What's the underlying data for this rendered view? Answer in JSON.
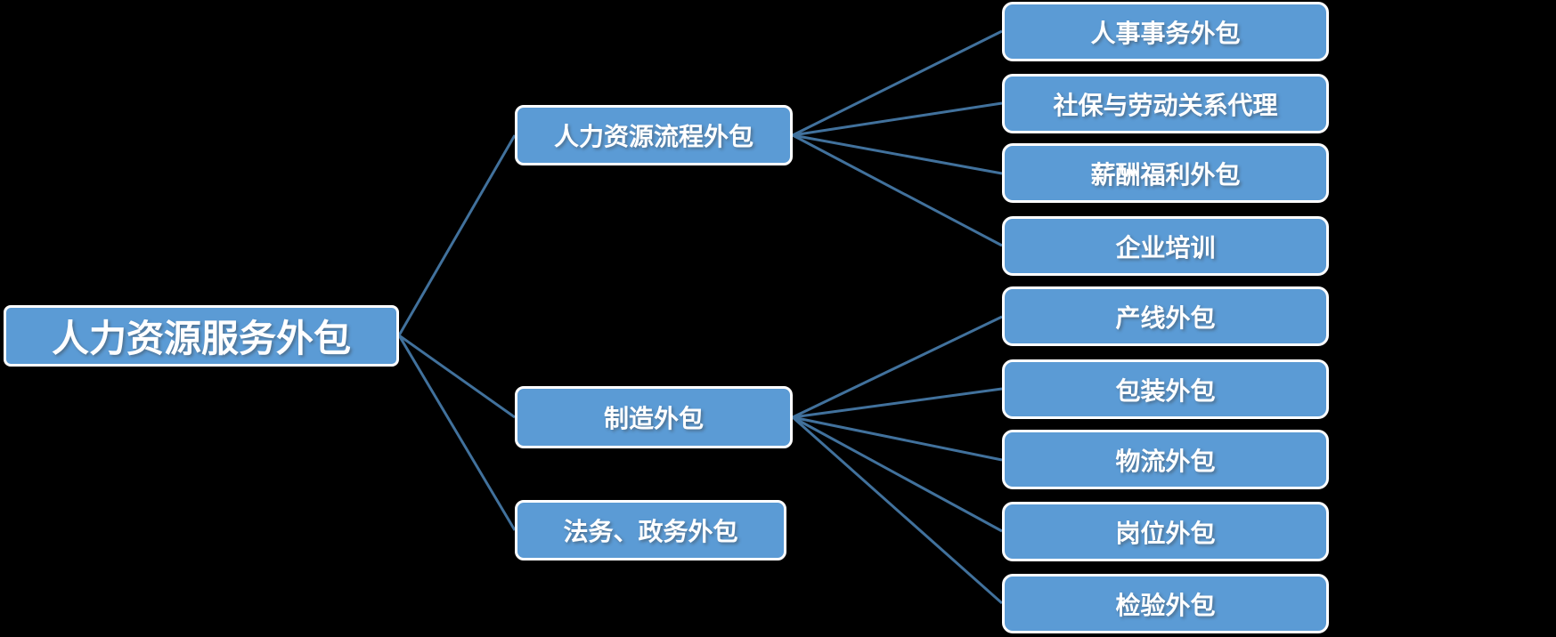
{
  "diagram": {
    "root": {
      "label": "人力资源服务外包"
    },
    "branches": [
      {
        "label": "人力资源流程外包",
        "children": [
          "人事事务外包",
          "社保与劳动关系代理",
          "薪酬福利外包",
          "企业培训"
        ]
      },
      {
        "label": "制造外包",
        "children": [
          "产线外包",
          "包装外包",
          "物流外包",
          "岗位外包",
          "检验外包"
        ]
      },
      {
        "label": "法务、政务外包",
        "children": []
      }
    ],
    "colors": {
      "background": "#000000",
      "node_fill": "#5B9BD5",
      "node_border": "#FFFFFF",
      "node_text": "#FFFFFF",
      "connector": "#41719C"
    }
  }
}
